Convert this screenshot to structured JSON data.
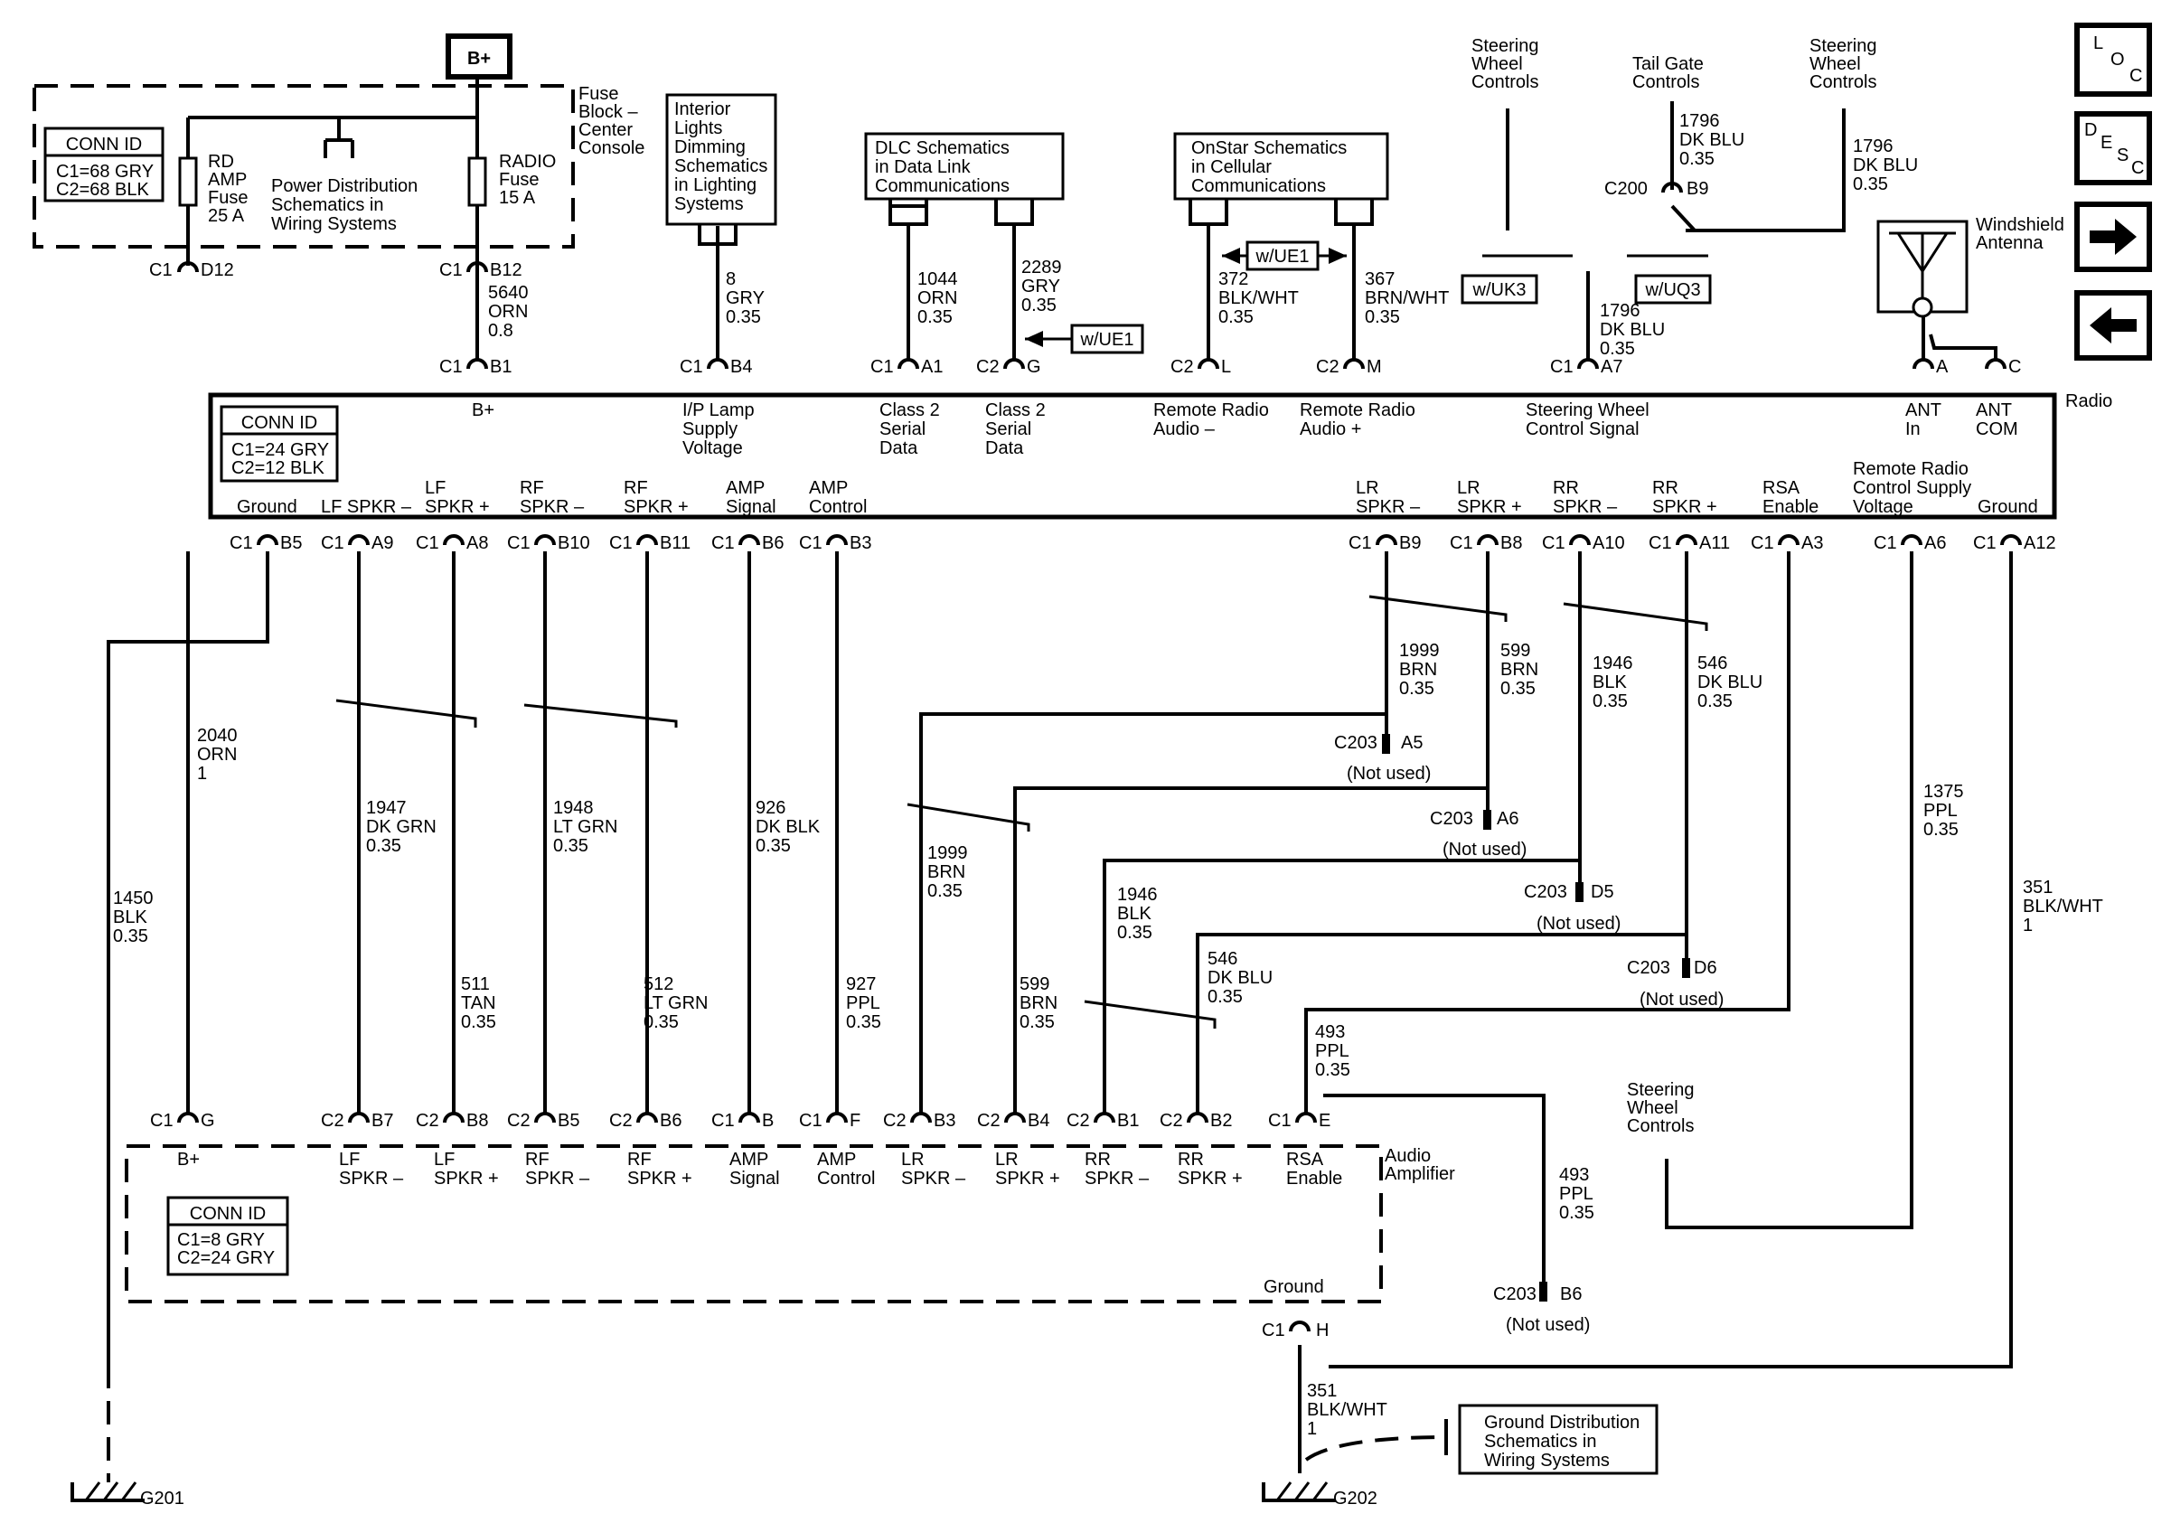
{
  "nav": {
    "loc": [
      "L",
      "O",
      "C"
    ],
    "desc": [
      "D",
      "E",
      "S",
      "C"
    ],
    "forward_icon": "arrow-right-icon",
    "back_icon": "arrow-left-icon"
  },
  "power": {
    "bplus": "B+",
    "fuse_block": [
      "Fuse",
      "Block –",
      "Center",
      "Console"
    ],
    "fuse_conn_title": "CONN ID",
    "fuse_conn_lines": [
      "C1=68 GRY",
      "C2=68 BLK"
    ],
    "amp_fuse": [
      "RD",
      "AMP",
      "Fuse",
      "25 A"
    ],
    "radio_fuse": [
      "RADIO",
      "Fuse",
      "15 A"
    ],
    "power_dist": [
      "Power Distribution",
      "Schematics in",
      "Wiring  Systems"
    ]
  },
  "refs": {
    "interior": [
      "Interior",
      "Lights",
      "Dimming",
      "Schematics",
      "in Lighting",
      "Systems"
    ],
    "dlc": [
      "DLC Schematics",
      "in Data Link",
      "Communications"
    ],
    "onstar": [
      "OnStar Schematics",
      "in Cellular",
      "Communications"
    ],
    "ground_dist": [
      "Ground Distribution",
      "Schematics in",
      "Wiring Systems"
    ],
    "sw_controls": [
      "Steering",
      "Wheel",
      "Controls"
    ],
    "tailgate": [
      "Tail Gate",
      "Controls"
    ],
    "windshield": [
      "Windshield",
      "Antenna"
    ]
  },
  "options": {
    "ue1": "w/UE1",
    "uk3": "w/UK3",
    "uq3": "w/UQ3"
  },
  "radio": {
    "title": "Radio",
    "conn_title": "CONN ID",
    "conn_lines": [
      "C1=24 GRY",
      "C2=12 BLK"
    ],
    "top_pins": [
      {
        "label": [
          "B+"
        ],
        "conn": "C1",
        "pin": "B1"
      },
      {
        "label": [
          "I/P Lamp",
          "Supply",
          "Voltage"
        ],
        "conn": "C1",
        "pin": "B4"
      },
      {
        "label": [
          "Class 2",
          "Serial",
          "Data"
        ],
        "conn": "C1",
        "pin": "A1"
      },
      {
        "label": [
          "Class 2",
          "Serial",
          "Data"
        ],
        "conn": "C2",
        "pin": "G"
      },
      {
        "label": [
          "Remote Radio",
          "Audio –"
        ],
        "conn": "C2",
        "pin": "L"
      },
      {
        "label": [
          "Remote Radio",
          "Audio +"
        ],
        "conn": "C2",
        "pin": "M"
      },
      {
        "label": [
          "Steering Wheel",
          "Control Signal"
        ],
        "conn": "C1",
        "pin": "A7"
      },
      {
        "label": [
          "ANT",
          "In"
        ],
        "conn": "",
        "pin": "A"
      },
      {
        "label": [
          "ANT",
          "COM"
        ],
        "conn": "",
        "pin": "C"
      }
    ],
    "bottom_pins": [
      {
        "label": [
          "Ground"
        ],
        "conn": "C1",
        "pin": "B5"
      },
      {
        "label": [
          "LF SPKR –"
        ],
        "conn": "C1",
        "pin": "A9"
      },
      {
        "label": [
          "LF",
          "SPKR +"
        ],
        "conn": "C1",
        "pin": "A8"
      },
      {
        "label": [
          "RF",
          "SPKR –"
        ],
        "conn": "C1",
        "pin": "B10"
      },
      {
        "label": [
          "RF",
          "SPKR +"
        ],
        "conn": "C1",
        "pin": "B11"
      },
      {
        "label": [
          "AMP",
          "Signal"
        ],
        "conn": "C1",
        "pin": "B6"
      },
      {
        "label": [
          "AMP",
          "Control"
        ],
        "conn": "C1",
        "pin": "B3"
      },
      {
        "label": [
          "LR",
          "SPKR –"
        ],
        "conn": "C1",
        "pin": "B9"
      },
      {
        "label": [
          "LR",
          "SPKR +"
        ],
        "conn": "C1",
        "pin": "B8"
      },
      {
        "label": [
          "RR",
          "SPKR –"
        ],
        "conn": "C1",
        "pin": "A10"
      },
      {
        "label": [
          "RR",
          "SPKR +"
        ],
        "conn": "C1",
        "pin": "A11"
      },
      {
        "label": [
          "RSA",
          "Enable"
        ],
        "conn": "C1",
        "pin": "A3"
      },
      {
        "label": [
          "Remote Radio",
          "Control Supply",
          "Voltage"
        ],
        "conn": "C1",
        "pin": "A6"
      },
      {
        "label": [
          "Ground"
        ],
        "conn": "C1",
        "pin": "A12"
      }
    ]
  },
  "amplifier": {
    "title": [
      "Audio",
      "Amplifier"
    ],
    "conn_title": "CONN ID",
    "conn_lines": [
      "C1=8 GRY",
      "C2=24 GRY"
    ],
    "ground_label": "Ground",
    "ground_conn": "C1",
    "ground_pin": "H",
    "pins": [
      {
        "label": [
          "B+"
        ],
        "conn": "C1",
        "pin": "G"
      },
      {
        "label": [
          "LF",
          "SPKR –"
        ],
        "conn": "C2",
        "pin": "B7"
      },
      {
        "label": [
          "LF",
          "SPKR +"
        ],
        "conn": "C2",
        "pin": "B8"
      },
      {
        "label": [
          "RF",
          "SPKR –"
        ],
        "conn": "C2",
        "pin": "B5"
      },
      {
        "label": [
          "RF",
          "SPKR +"
        ],
        "conn": "C2",
        "pin": "B6"
      },
      {
        "label": [
          "AMP",
          "Signal"
        ],
        "conn": "C1",
        "pin": "B"
      },
      {
        "label": [
          "AMP",
          "Control"
        ],
        "conn": "C1",
        "pin": "F"
      },
      {
        "label": [
          "LR",
          "SPKR –"
        ],
        "conn": "C2",
        "pin": "B3"
      },
      {
        "label": [
          "LR",
          "SPKR +"
        ],
        "conn": "C2",
        "pin": "B4"
      },
      {
        "label": [
          "RR",
          "SPKR –"
        ],
        "conn": "C2",
        "pin": "B1"
      },
      {
        "label": [
          "RR",
          "SPKR +"
        ],
        "conn": "C2",
        "pin": "B2"
      },
      {
        "label": [
          "RSA",
          "Enable"
        ],
        "conn": "C1",
        "pin": "E"
      }
    ]
  },
  "fuse_pins": [
    {
      "conn": "C1",
      "pin": "D12"
    },
    {
      "conn": "C1",
      "pin": "B12"
    }
  ],
  "c200": {
    "conn": "C200",
    "pin": "B9"
  },
  "c203_pins": [
    {
      "conn": "C203",
      "pin": "A5",
      "note": "(Not used)"
    },
    {
      "conn": "C203",
      "pin": "A6",
      "note": "(Not used)"
    },
    {
      "conn": "C203",
      "pin": "D5",
      "note": "(Not used)"
    },
    {
      "conn": "C203",
      "pin": "D6",
      "note": "(Not used)"
    },
    {
      "conn": "C203",
      "pin": "B6",
      "note": "(Not used)"
    }
  ],
  "grounds": {
    "g201": "G201",
    "g202": "G202"
  },
  "wires": [
    {
      "circuit": "5640",
      "color": "ORN",
      "gauge": "0.8"
    },
    {
      "circuit": "8",
      "color": "GRY",
      "gauge": "0.35"
    },
    {
      "circuit": "1044",
      "color": "ORN",
      "gauge": "0.35"
    },
    {
      "circuit": "2289",
      "color": "GRY",
      "gauge": "0.35"
    },
    {
      "circuit": "372",
      "color": "BLK/WHT",
      "gauge": "0.35"
    },
    {
      "circuit": "367",
      "color": "BRN/WHT",
      "gauge": "0.35"
    },
    {
      "circuit": "1796",
      "color": "DK BLU",
      "gauge": "0.35"
    },
    {
      "circuit": "1796",
      "color": "DK BLU",
      "gauge": "0.35"
    },
    {
      "circuit": "1796",
      "color": "DK BLU",
      "gauge": "0.35"
    },
    {
      "circuit": "2040",
      "color": "ORN",
      "gauge": "1"
    },
    {
      "circuit": "1450",
      "color": "BLK",
      "gauge": "0.35"
    },
    {
      "circuit": "1947",
      "color": "DK GRN",
      "gauge": "0.35"
    },
    {
      "circuit": "511",
      "color": "TAN",
      "gauge": "0.35"
    },
    {
      "circuit": "1948",
      "color": "LT GRN",
      "gauge": "0.35"
    },
    {
      "circuit": "512",
      "color": "LT GRN",
      "gauge": "0.35"
    },
    {
      "circuit": "926",
      "color": "DK BLK",
      "gauge": "0.35"
    },
    {
      "circuit": "927",
      "color": "PPL",
      "gauge": "0.35"
    },
    {
      "circuit": "1999",
      "color": "BRN",
      "gauge": "0.35"
    },
    {
      "circuit": "599",
      "color": "BRN",
      "gauge": "0.35"
    },
    {
      "circuit": "1946",
      "color": "BLK",
      "gauge": "0.35"
    },
    {
      "circuit": "546",
      "color": "DK BLU",
      "gauge": "0.35"
    },
    {
      "circuit": "1999",
      "color": "BRN",
      "gauge": "0.35"
    },
    {
      "circuit": "599",
      "color": "BRN",
      "gauge": "0.35"
    },
    {
      "circuit": "1946",
      "color": "BLK",
      "gauge": "0.35"
    },
    {
      "circuit": "546",
      "color": "DK BLU",
      "gauge": "0.35"
    },
    {
      "circuit": "493",
      "color": "PPL",
      "gauge": "0.35"
    },
    {
      "circuit": "493",
      "color": "PPL",
      "gauge": "0.35"
    },
    {
      "circuit": "1375",
      "color": "PPL",
      "gauge": "0.35"
    },
    {
      "circuit": "351",
      "color": "BLK/WHT",
      "gauge": "1"
    },
    {
      "circuit": "351",
      "color": "BLK/WHT",
      "gauge": "1"
    }
  ]
}
